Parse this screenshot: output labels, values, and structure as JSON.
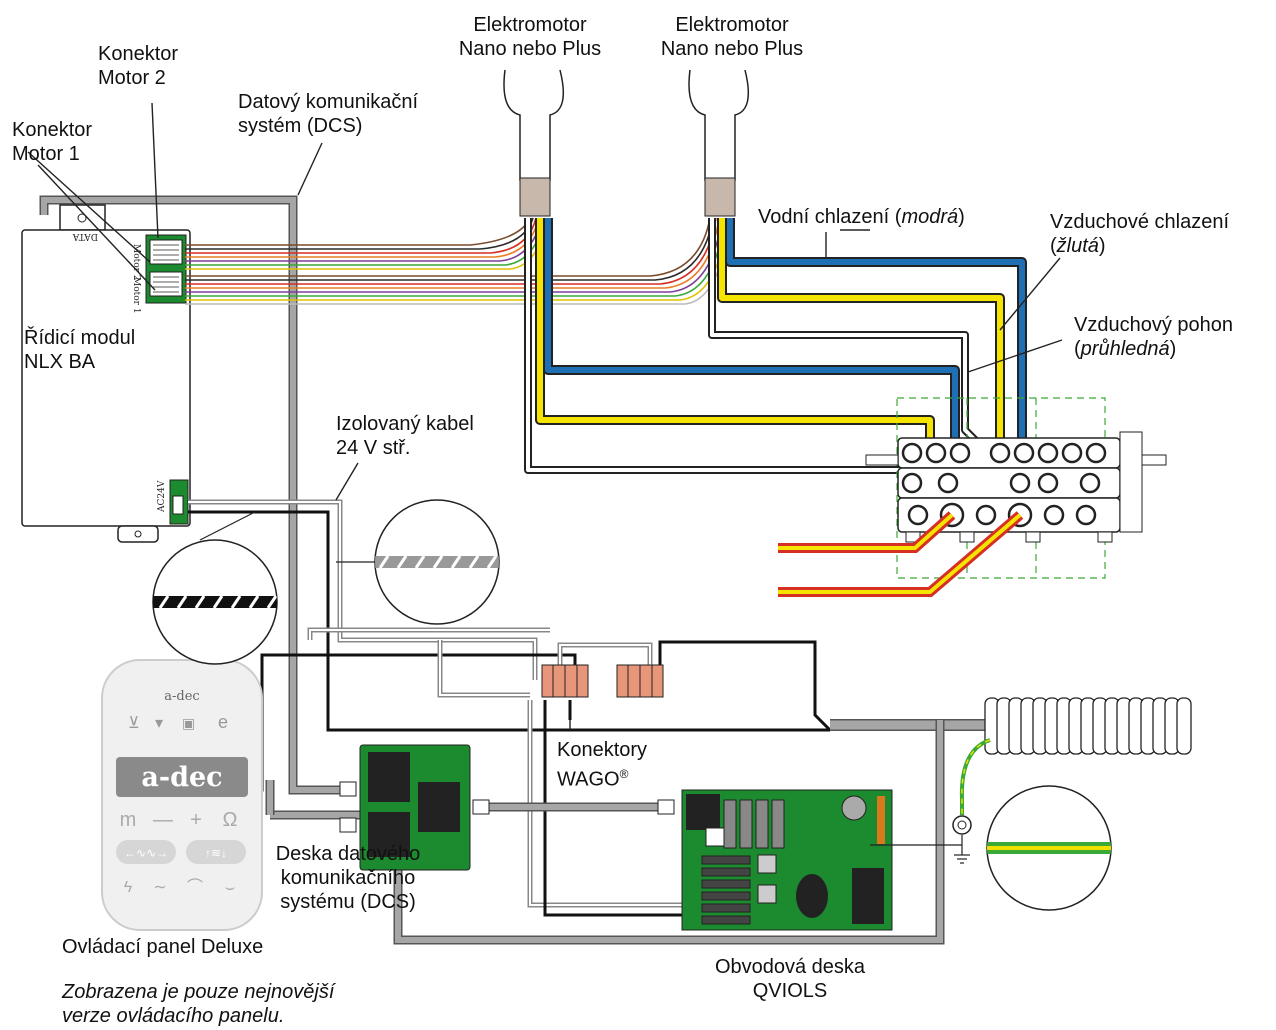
{
  "labels": {
    "konektor_motor2": [
      "Konektor",
      "Motor 2"
    ],
    "konektor_motor1": [
      "Konektor",
      "Motor 1"
    ],
    "dcs_system": [
      "Datový komunikační",
      "systém (DCS)"
    ],
    "motor_left": [
      "Elektromotor",
      "Nano nebo Plus"
    ],
    "motor_right": [
      "Elektromotor",
      "Nano nebo Plus"
    ],
    "vodni_chlazeni": {
      "text": "Vodní chlazení (",
      "italic": "modrá",
      "end": ")"
    },
    "vzduchove_chlazeni": {
      "line1": "Vzduchové chlazení",
      "pre": "(",
      "italic": "žlutá",
      "end": ")"
    },
    "vzduchovy_pohon": {
      "line1": "Vzduchový pohon",
      "pre": "(",
      "italic": "průhledná",
      "end": ")"
    },
    "ridici_modul": [
      "Řídicí modul",
      "NLX BA"
    ],
    "izolovany_kabel": [
      "Izolovaný kabel",
      "24 V stř."
    ],
    "konektory_wago": {
      "line1": "Konektory",
      "line2": "WAGO",
      "sup": "®"
    },
    "deska_dcs": [
      "Deska datového",
      "komunikačního",
      "systému (DCS)"
    ],
    "ovladaci_panel": "Ovládací panel Deluxe",
    "note": [
      "Zobrazena je pouze nejnovější",
      "verze ovládacího panelu."
    ],
    "obvodova_deska": [
      "Obvodová deska",
      "QVIOLS"
    ]
  },
  "module_markings": {
    "data": "DATA",
    "motor2": "Motor 2",
    "motor1": "Motor 1",
    "ac24v": "AC24V"
  },
  "panel": {
    "brand_small": "a-dec",
    "brand_large": "a-dec",
    "top_icons": [
      "cup-fill-icon",
      "cup-icon",
      "bowl-flush-icon",
      "e-icon"
    ],
    "mid_row": [
      "m",
      "—",
      "+",
      "Ω"
    ],
    "pill_left": "←∿∿→",
    "pill_right": "↑≋↓",
    "bottom_icons": [
      "chair-icon",
      "chair-flat-icon",
      "chair-return-icon",
      "chair-p-icon"
    ]
  },
  "colors": {
    "water": "#1f6fb5",
    "air_cool": "#f5e400",
    "air_drive": "#ffffff",
    "cable_grey": "#a6a6a6",
    "pcb_green": "#1c8a2e",
    "wago_orange": "#e8967a",
    "ground_green": "#3aa935",
    "ground_yellow": "#f0e000",
    "supply_red": "#d62f24"
  }
}
